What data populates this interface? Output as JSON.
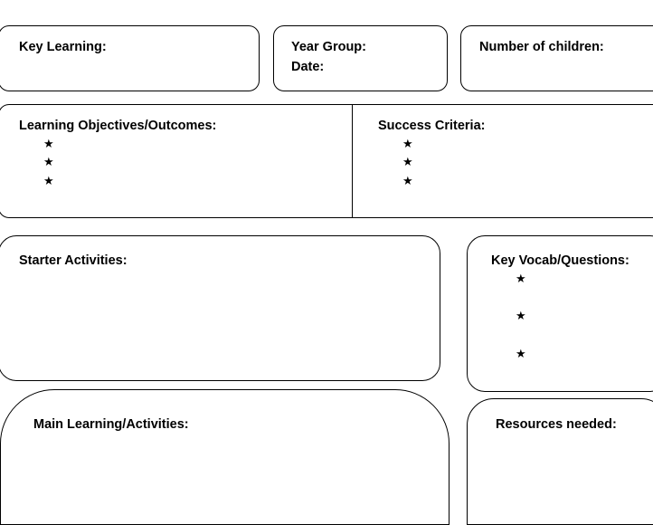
{
  "key_learning": {
    "label": "Key Learning:"
  },
  "year_date": {
    "year_label": "Year Group:",
    "date_label": "Date:"
  },
  "num_children": {
    "label": "Number of children:"
  },
  "objectives": {
    "label": "Learning Objectives/Outcomes:",
    "bullets": [
      "★",
      "★",
      "★"
    ]
  },
  "success": {
    "label": "Success Criteria:",
    "bullets": [
      "★",
      "★",
      "★"
    ]
  },
  "starter": {
    "label": "Starter Activities:"
  },
  "vocab": {
    "label": "Key Vocab/Questions:",
    "bullets": [
      "★",
      "★",
      "★"
    ]
  },
  "main": {
    "label": "Main Learning/Activities:"
  },
  "resources": {
    "label": "Resources needed:"
  }
}
